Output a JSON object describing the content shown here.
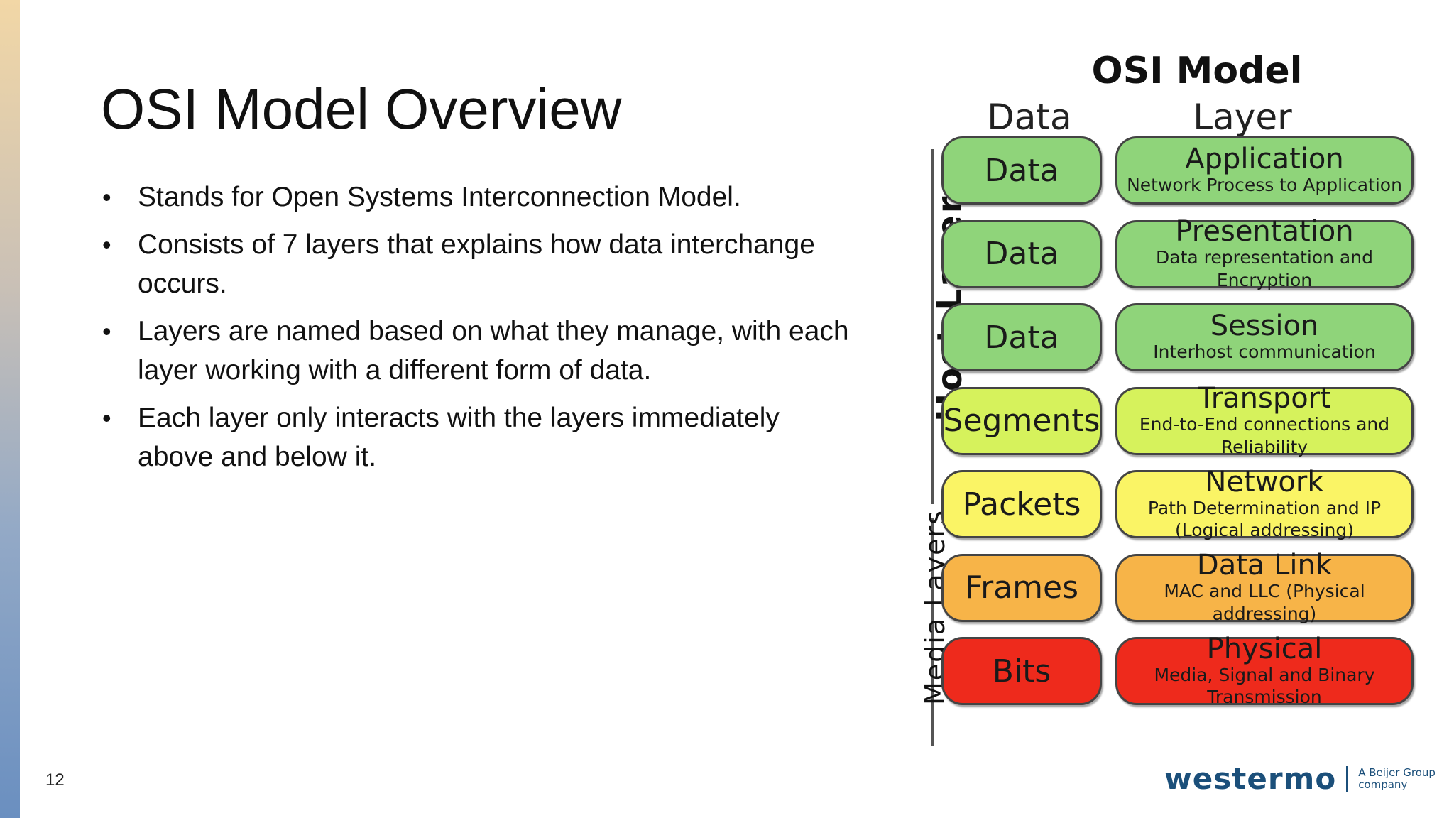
{
  "slide": {
    "title": "OSI Model Overview",
    "bullets": [
      "Stands for Open Systems Interconnection Model.",
      "Consists of 7 layers that explains how data interchange occurs.",
      "Layers are named based on what they manage, with each layer working with a different form of data.",
      "Each layer only interacts with the layers immediately above and below it."
    ],
    "slide_number": "12"
  },
  "diagram": {
    "title": "OSI  Model",
    "data_header": "Data",
    "layer_header": "Layer",
    "host_group": "Host Layers",
    "media_group": "Media Layers",
    "rows": [
      {
        "data": "Data",
        "layer": "Application",
        "desc": "Network Process to Application",
        "color": "#8fd47a"
      },
      {
        "data": "Data",
        "layer": "Presentation",
        "desc": "Data representation and Encryption",
        "color": "#8fd47a"
      },
      {
        "data": "Data",
        "layer": "Session",
        "desc": "Interhost communication",
        "color": "#8fd47a"
      },
      {
        "data": "Segments",
        "layer": "Transport",
        "desc": "End-to-End connections and Reliability",
        "color": "#d6f25c"
      },
      {
        "data": "Packets",
        "layer": "Network",
        "desc": "Path Determination and IP (Logical addressing)",
        "color": "#faf465"
      },
      {
        "data": "Frames",
        "layer": "Data Link",
        "desc": "MAC and LLC (Physical addressing)",
        "color": "#f7b448"
      },
      {
        "data": "Bits",
        "layer": "Physical",
        "desc": "Media, Signal and Binary Transmission",
        "color": "#ee2a1c"
      }
    ]
  },
  "logo": {
    "name": "westermo",
    "tagline": "A Beijer Group company"
  }
}
